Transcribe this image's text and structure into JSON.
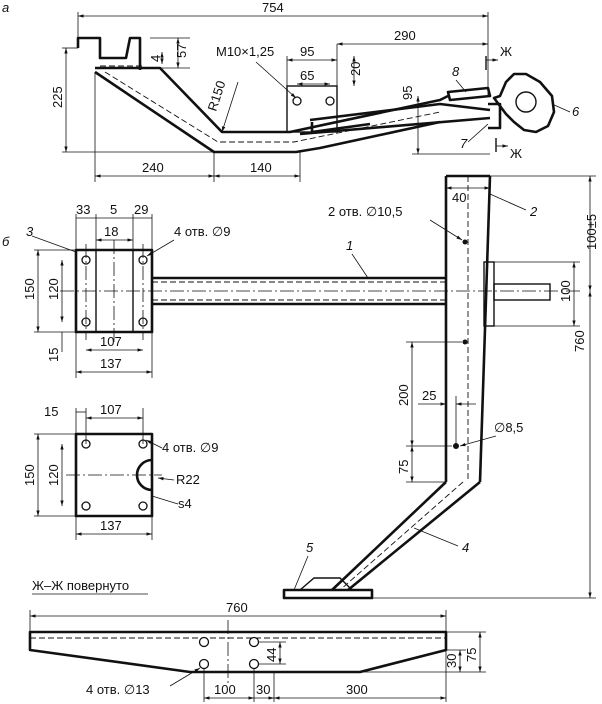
{
  "views": {
    "a": {
      "label": "а"
    },
    "b": {
      "label": "б"
    },
    "section": {
      "label": "Ж–Ж повернуто"
    }
  },
  "dims_a": {
    "d754": "754",
    "d225": "225",
    "d4": "4",
    "d57": "57",
    "thread": "M10×1,25",
    "d95top": "95",
    "d65": "65",
    "d20": "20",
    "d290": "290",
    "d95right": "95",
    "r150": "R150",
    "d240": "240",
    "d140": "140",
    "sect_top": "Ж",
    "sect_bottom": "Ж"
  },
  "dims_b": {
    "d33": "33",
    "d5": "5",
    "d29": "29",
    "d18": "18",
    "holes9": "4 отв. ∅9",
    "d150": "150",
    "d120": "120",
    "d15": "15",
    "d107": "107",
    "d137": "137",
    "holes10": "2 отв. ∅10,5",
    "d40": "40",
    "d100pm5": "100±5",
    "d100": "100",
    "d760": "760",
    "d200": "200",
    "d25": "25",
    "d85": "∅8,5",
    "d75": "75"
  },
  "dims_plate": {
    "d15": "15",
    "d107": "107",
    "holes9": "4 отв. ∅9",
    "d150": "150",
    "d120": "120",
    "r22": "R22",
    "s4": "s4",
    "d137": "137"
  },
  "dims_sect": {
    "d760": "760",
    "d44": "44",
    "d30": "30",
    "d75": "75",
    "holes13": "4 отв. ∅13",
    "d100": "100",
    "d30b": "30",
    "d300": "300"
  },
  "callouts": {
    "p1": "1",
    "p2": "2",
    "p3": "3",
    "p4": "4",
    "p5": "5",
    "p6": "6",
    "p7": "7",
    "p8": "8"
  }
}
